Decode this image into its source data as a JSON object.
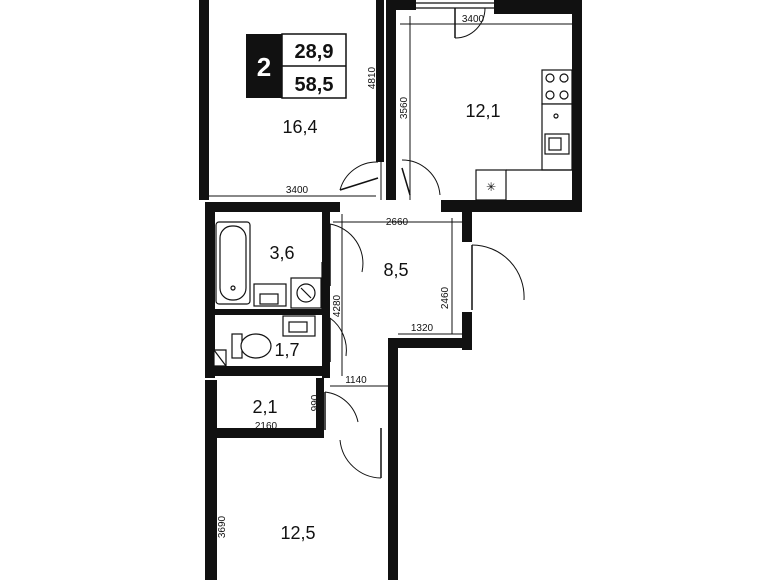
{
  "badge": {
    "rooms": "2",
    "living_area": "28,9",
    "total_area": "58,5"
  },
  "rooms": {
    "room_top_left": "16,4",
    "kitchen": "12,1",
    "bathroom": "3,6",
    "hall": "8,5",
    "toilet": "1,7",
    "storage": "2,1",
    "room_bottom": "12,5"
  },
  "dimensions": {
    "kitchen_width": "3400",
    "room_top_height": "4810",
    "kitchen_height": "3560",
    "room_top_width": "3400",
    "hall_width": "2660",
    "hall_height": "2460",
    "corridor_height": "4280",
    "niche_width": "1320",
    "corridor_width": "1140",
    "storage_height": "990",
    "storage_width": "2160",
    "room_bottom_height": "3690"
  },
  "icons": {
    "stove": "stove-icon",
    "kitchen_sink": "kitchen-sink-icon",
    "fridge": "fridge-icon",
    "bathtub": "bathtub-icon",
    "washer": "washing-machine-icon",
    "toilet": "toilet-icon"
  },
  "colors": {
    "wall": "#111111",
    "background": "#ffffff"
  }
}
